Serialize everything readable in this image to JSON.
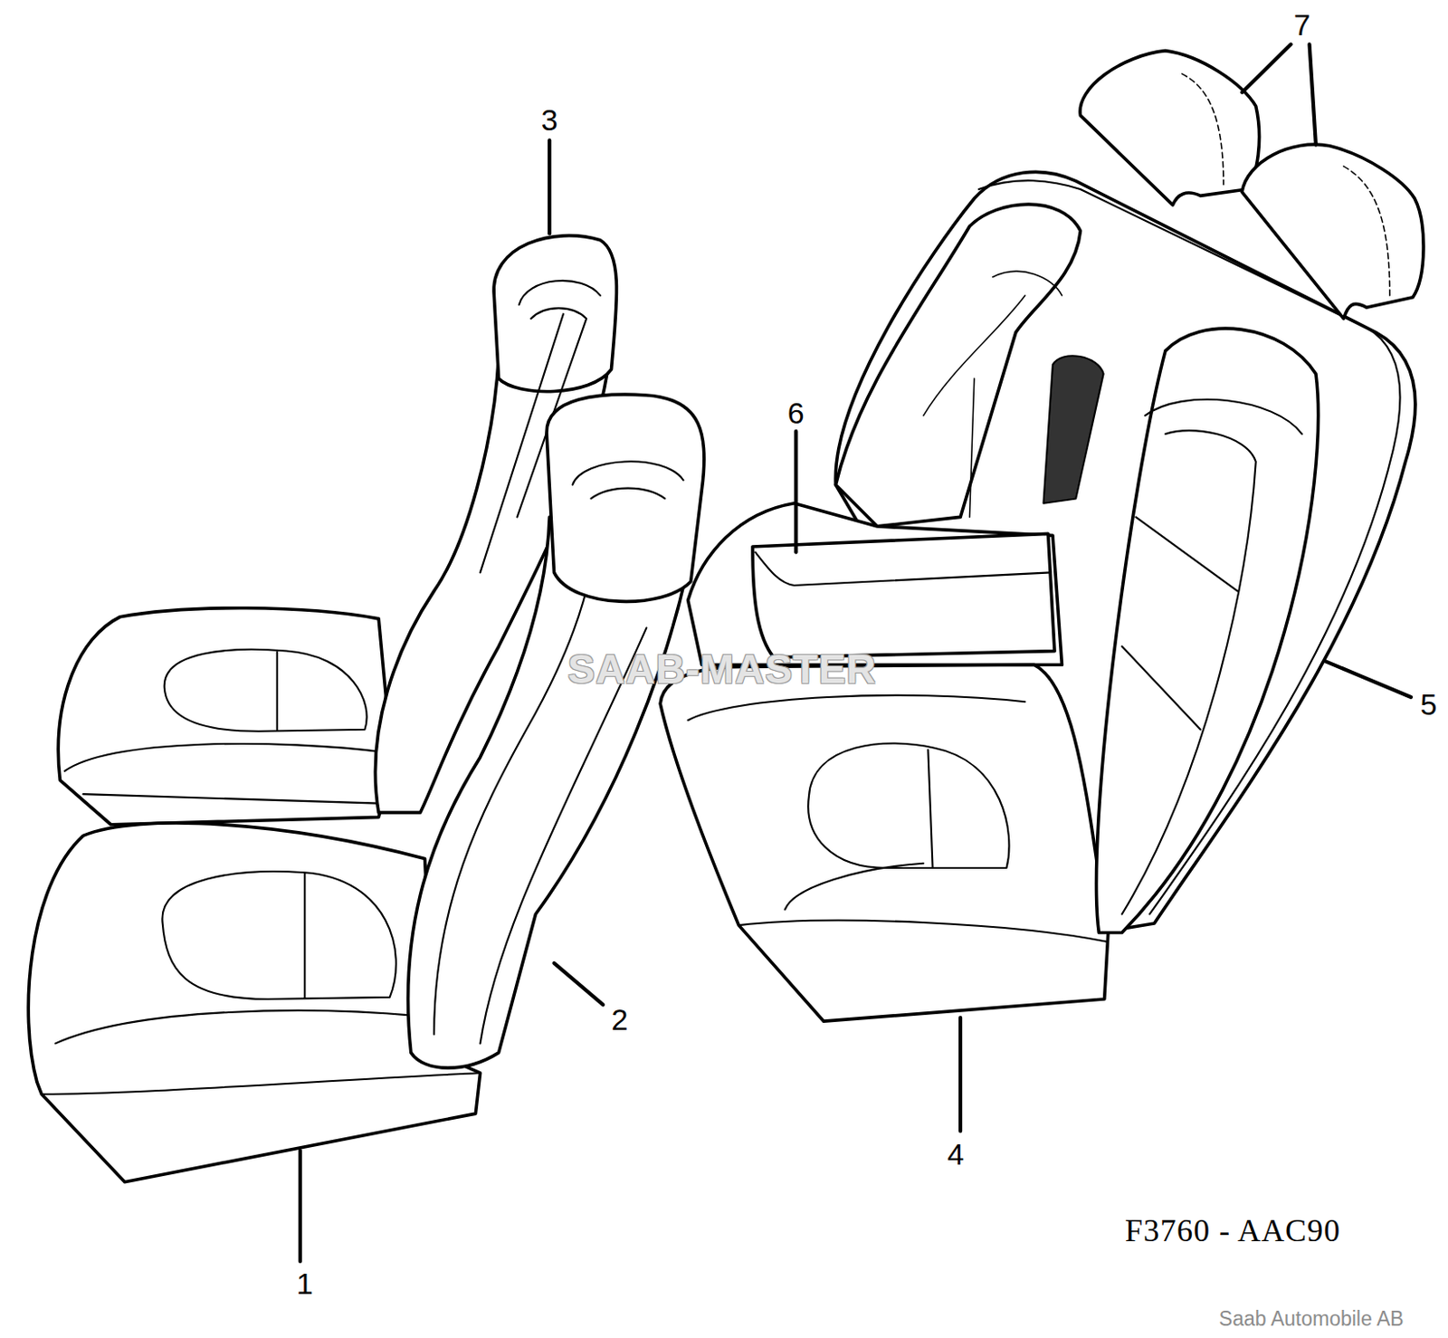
{
  "diagram": {
    "labels": [
      "7",
      "3",
      "6",
      "5",
      "2",
      "4",
      "1",
      "SAAB-MASTER",
      "F3760 - AAC90",
      "Saab Automobile AB"
    ]
  }
}
